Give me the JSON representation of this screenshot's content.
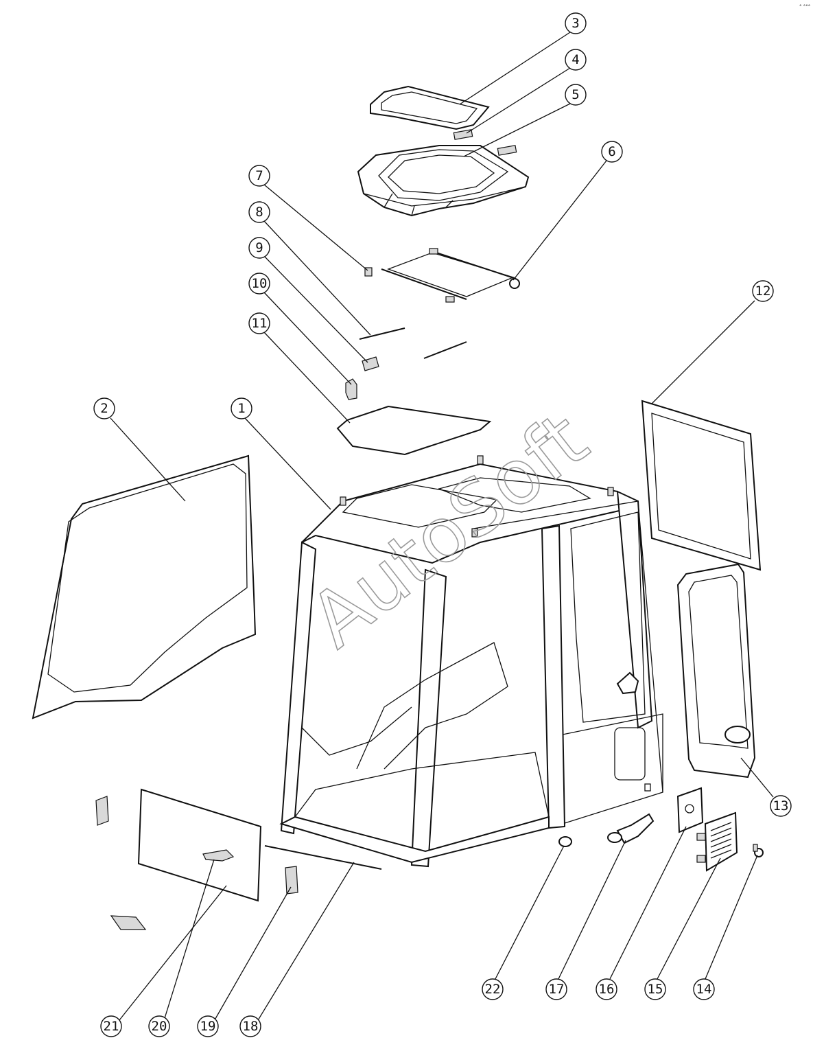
{
  "watermark": "AutoSoft",
  "corner_mark": "° °°°",
  "callouts": [
    {
      "id": "c1",
      "label": "1"
    },
    {
      "id": "c2",
      "label": "2"
    },
    {
      "id": "c3",
      "label": "3"
    },
    {
      "id": "c4",
      "label": "4"
    },
    {
      "id": "c5",
      "label": "5"
    },
    {
      "id": "c6",
      "label": "6"
    },
    {
      "id": "c7",
      "label": "7"
    },
    {
      "id": "c8",
      "label": "8"
    },
    {
      "id": "c9",
      "label": "9"
    },
    {
      "id": "c10",
      "label": "10"
    },
    {
      "id": "c11",
      "label": "11"
    },
    {
      "id": "c12",
      "label": "12"
    },
    {
      "id": "c13",
      "label": "13"
    },
    {
      "id": "c14",
      "label": "14"
    },
    {
      "id": "c15",
      "label": "15"
    },
    {
      "id": "c16",
      "label": "16"
    },
    {
      "id": "c17",
      "label": "17"
    },
    {
      "id": "c18",
      "label": "18"
    },
    {
      "id": "c19",
      "label": "19"
    },
    {
      "id": "c20",
      "label": "20"
    },
    {
      "id": "c21",
      "label": "21"
    },
    {
      "id": "c22",
      "label": "22"
    }
  ]
}
